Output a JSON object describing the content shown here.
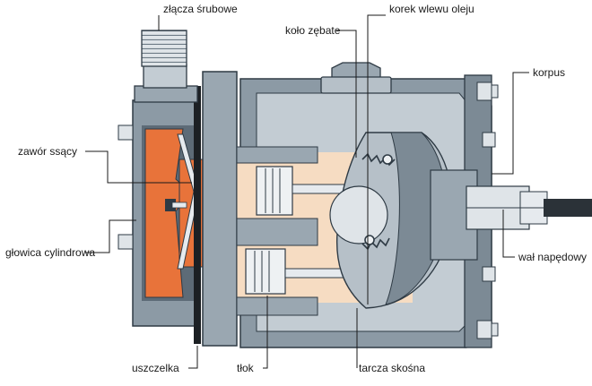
{
  "labels": {
    "screw_connectors": "złącza śrubowe",
    "gear_wheel": "koło zębate",
    "oil_filler_plug": "korek wlewu oleju",
    "housing": "korpus",
    "suction_valve": "zawór ssący",
    "cylinder_head": "głowica cylindrowa",
    "drive_shaft": "wał napędowy",
    "gasket": "uszczelka",
    "piston": "tłok",
    "swash_plate": "tarcza skośna"
  },
  "colors": {
    "casing": "#8c9aa5",
    "casing_dark": "#5d6b77",
    "interior": "#c3ccd3",
    "chamber": "#e8733a",
    "oil": "#f6dcc2",
    "metal": "#e6eaee",
    "outline": "#2e3a44",
    "leader": "#1a1a1a"
  }
}
